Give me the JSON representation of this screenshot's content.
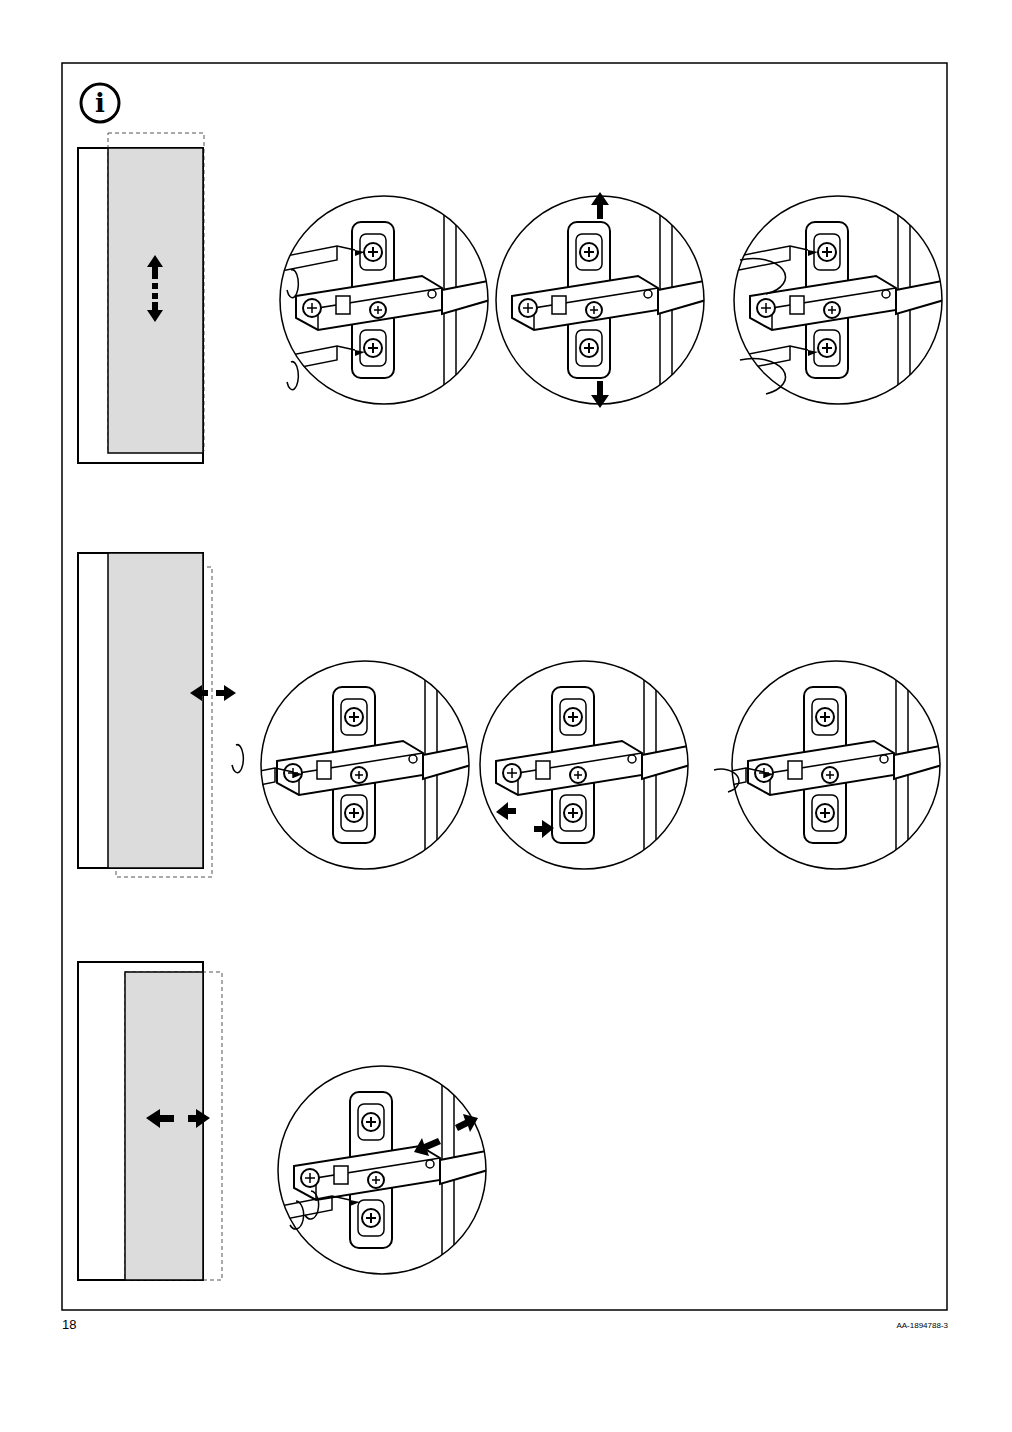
{
  "diagram": {
    "labels": [
      "i",
      "18",
      "AA-1894788-3"
    ]
  }
}
